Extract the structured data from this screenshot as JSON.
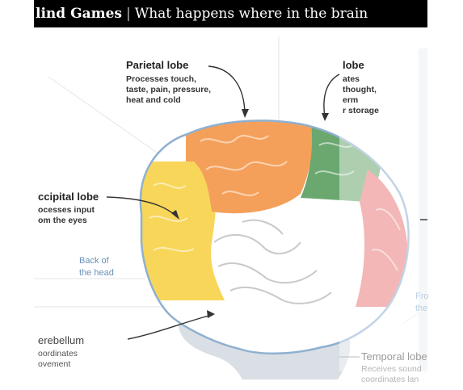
{
  "header": {
    "title_bold": "lind Games",
    "separator": "|",
    "subtitle": "What happens where in the brain"
  },
  "labels": {
    "parietal": {
      "title": "Parietal lobe",
      "lines": [
        "Processes touch,",
        "taste, pain, pressure,",
        "heat and cold"
      ]
    },
    "frontal_partial": {
      "title": "lobe",
      "lines": [
        "ates",
        "thought,",
        "erm",
        "r storage"
      ]
    },
    "occipital": {
      "title": "ccipital lobe",
      "lines": [
        "ocesses input",
        "om the eyes"
      ]
    },
    "back_of_head": [
      "Back of",
      "the head"
    ],
    "cerebellum": {
      "title": "erebellum",
      "lines": [
        "oordinates",
        "ovement"
      ]
    },
    "temporal": {
      "title": "Temporal lobe",
      "lines": [
        "Receives sound",
        "coordinates lan"
      ]
    },
    "front_partial": [
      "Fro",
      "the"
    ]
  },
  "colors": {
    "parietal": "#f5a05a",
    "frontal": "#6aa86f",
    "prefrontal": "#e77d7b",
    "occipital": "#f7d65a",
    "cerebellum": "#d6dde3",
    "temporal": "#ffffff",
    "header_bg": "#000000",
    "outline": "#8fb0d0"
  }
}
